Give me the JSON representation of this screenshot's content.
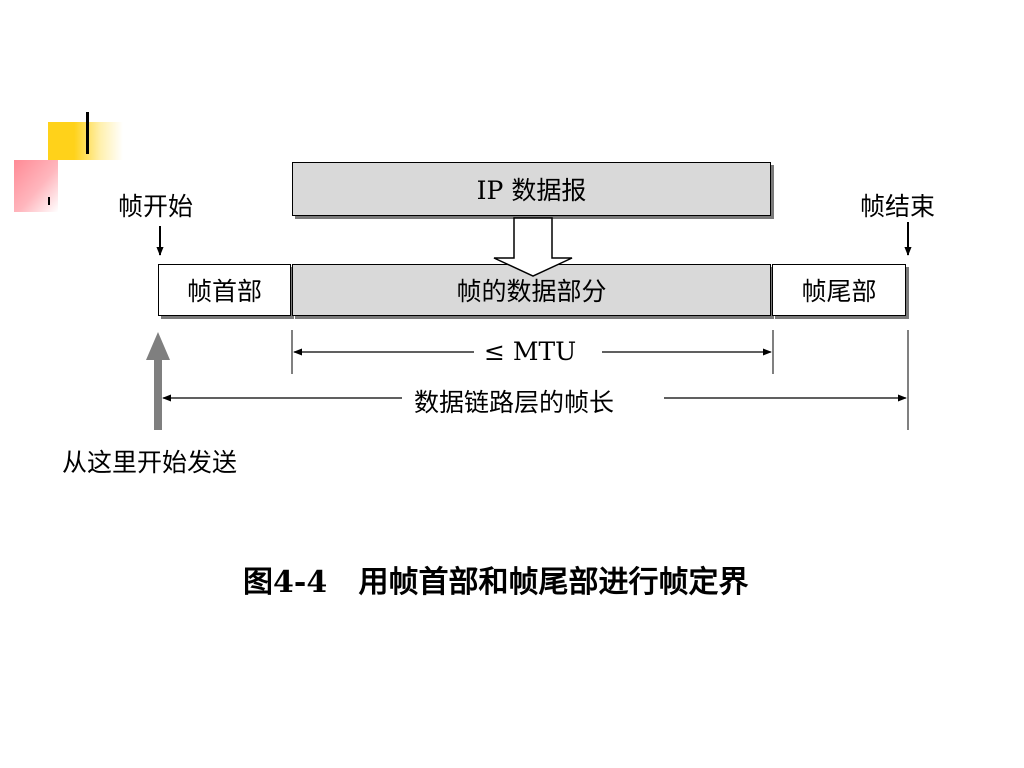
{
  "diagram": {
    "ip_datagram": "IP 数据报",
    "frame_start": "帧开始",
    "frame_end": "帧结束",
    "frame_header": "帧首部",
    "frame_data": "帧的数据部分",
    "frame_trailer": "帧尾部",
    "mtu_label": "≤ MTU",
    "frame_length_label": "数据链路层的帧长",
    "send_start_label": "从这里开始发送"
  },
  "caption": "图4-4   用帧首部和帧尾部进行帧定界",
  "colors": {
    "box_gray": "#d9d9d9",
    "shadow": "#7a7a7a",
    "send_arrow": "#7f7f7f"
  }
}
